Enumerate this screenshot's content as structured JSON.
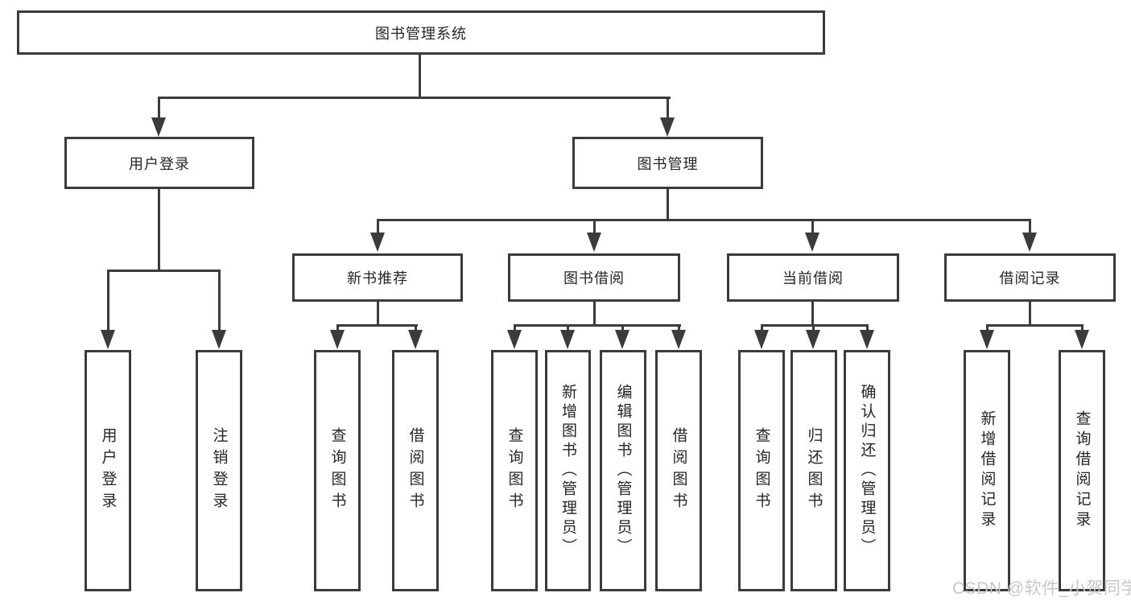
{
  "colors": {
    "line": "#3b3b3b",
    "box_border": "#3b3b3b",
    "text": "#262626",
    "watermark": "#c7c7c7",
    "background": "#ffffff"
  },
  "watermark": {
    "text": "CSDN @软件_小贺同学"
  },
  "tree": {
    "label": "图书管理系统",
    "children": [
      {
        "label": "用户登录",
        "children": [
          {
            "label": "用户登录"
          },
          {
            "label": "注销登录"
          }
        ]
      },
      {
        "label": "图书管理",
        "children": [
          {
            "label": "新书推荐",
            "children": [
              {
                "label": "查询图书"
              },
              {
                "label": "借阅图书"
              }
            ]
          },
          {
            "label": "图书借阅",
            "children": [
              {
                "label": "查询图书"
              },
              {
                "label": "新增图书（管理员）"
              },
              {
                "label": "编辑图书（管理员）"
              },
              {
                "label": "借阅图书"
              }
            ]
          },
          {
            "label": "当前借阅",
            "children": [
              {
                "label": "查询图书"
              },
              {
                "label": "归还图书"
              },
              {
                "label": "确认归还（管理员）"
              }
            ]
          },
          {
            "label": "借阅记录",
            "children": [
              {
                "label": "新增借阅记录"
              },
              {
                "label": "查询借阅记录"
              }
            ]
          }
        ]
      }
    ]
  }
}
